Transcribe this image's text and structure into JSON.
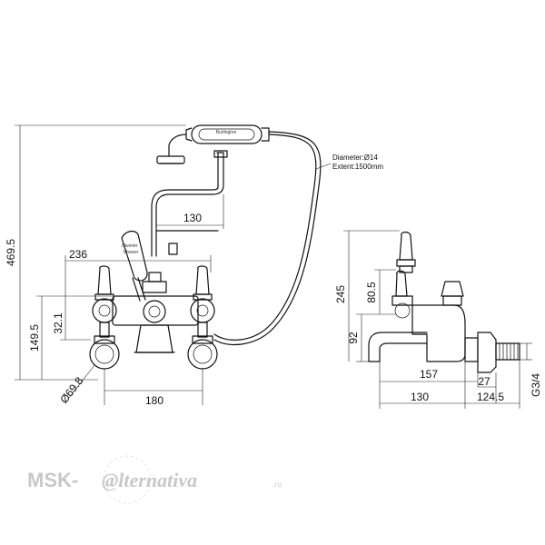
{
  "dimensions": {
    "overall_height": "469.5",
    "hose_span": "130",
    "top_width": "236",
    "lever_offset": "32.1",
    "body_height": "149.5",
    "diameter": "Ø69.8",
    "centers": "180",
    "side_total": "245",
    "side_lever": "80.5",
    "side_spout_height": "92",
    "side_spout": "157",
    "side_face": "27",
    "side_spout_base": "130",
    "side_wall": "124.5",
    "thread": "G3/4"
  },
  "hose_note": {
    "line1": "Diameter:Ø14",
    "line2": "Extent:1500mm"
  },
  "handset": {
    "brand": "Burlington"
  },
  "lever_label": {
    "line1": "Diverter",
    "line2": "Shower"
  },
  "watermark": {
    "left": "MSK-",
    "middle": "@lternativa",
    "suffix": ".ru"
  }
}
